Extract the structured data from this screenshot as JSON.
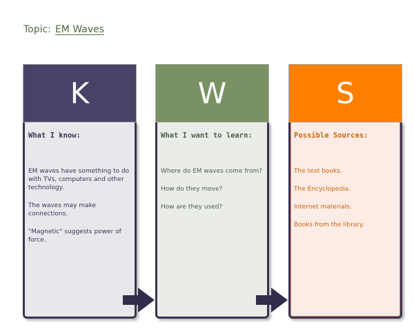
{
  "topic": {
    "label": "Topic:",
    "value": "EM Waves"
  },
  "columns": [
    {
      "letter": "K",
      "title": "What I know:",
      "items": [
        "EM waves have something to do with TVs, computers and other technology.",
        "The waves may make connections.",
        "\"Magnetic\" suggests power of force."
      ],
      "header_color": "#4a4266",
      "body_color": "#e8e8ec",
      "text_color": "#3a3552"
    },
    {
      "letter": "W",
      "title": "What I want to learn:",
      "items": [
        "Where do EM waves come from?",
        "How do they move?",
        "How are they used?"
      ],
      "header_color": "#7a9263",
      "body_color": "#eaede7",
      "text_color": "#4d5e47"
    },
    {
      "letter": "S",
      "title": "Possible Sources:",
      "items": [
        "The text books.",
        "The Encyclopedia.",
        "Internet materials.",
        "Books from the library."
      ],
      "header_color": "#ff7f00",
      "body_color": "#fdece6",
      "text_color": "#c8650a"
    }
  ]
}
